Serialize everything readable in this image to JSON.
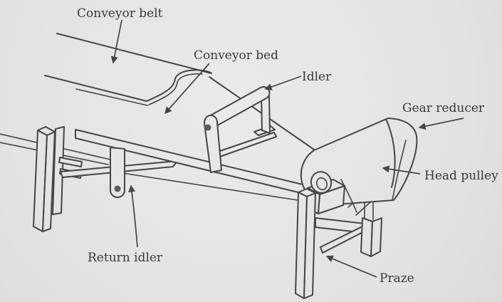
{
  "diagram": {
    "labels": {
      "conveyor_belt": "Conveyor belt",
      "conveyor_bed": "Conveyor bed",
      "idler": "Idler",
      "gear_reducer": "Gear reducer",
      "head_pulley": "Head pulley",
      "return_idler": "Return idler",
      "praze": "Praze"
    },
    "colors": {
      "background": "#e2e2e0",
      "background_center": "#eaeae8",
      "background_edge": "#d9dad8",
      "line": "#454545",
      "text": "#383838",
      "pivot_dot": "#5c5c5a"
    }
  }
}
